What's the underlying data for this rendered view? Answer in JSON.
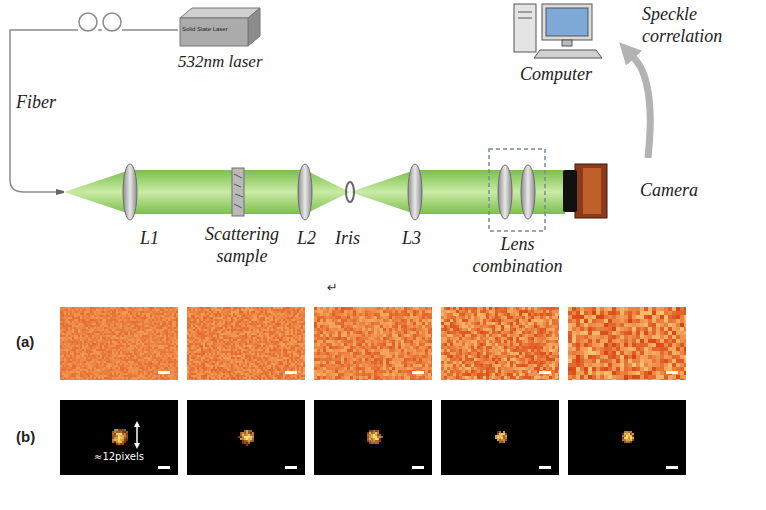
{
  "diagram": {
    "nodes": [
      {
        "text": [
          "Solid State Laser",
          "532nm laser"
        ]
      },
      {
        "text": [
          "Computer"
        ]
      },
      {
        "text": [
          "Lens combination"
        ]
      },
      {
        "text": [
          "Camera"
        ]
      }
    ],
    "edges": [
      {
        "from": 3,
        "to": 1,
        "label": "Speckle correlation",
        "arrow": "to"
      }
    ],
    "labels": [
      "Fiber",
      "L1",
      "Scattering sample",
      "L2",
      "Iris",
      "L3",
      "↵",
      "(a)",
      "(b)",
      "≈12pixels"
    ]
  }
}
